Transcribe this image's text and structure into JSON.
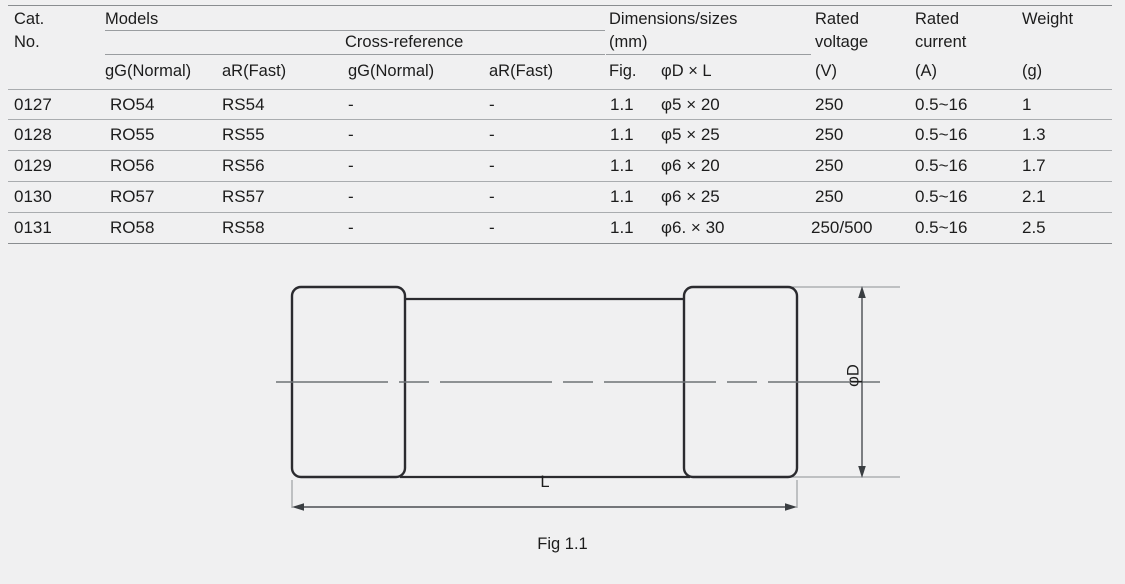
{
  "document": {
    "type": "fuse-specification-datasheet",
    "figure_caption": "Fig 1.1"
  },
  "table": {
    "group_headers": {
      "cat_no_line1": "Cat.",
      "cat_no_line2": "No.",
      "models": "Models",
      "cross_reference": "Cross-reference",
      "dimensions_line1": "Dimensions/sizes",
      "dimensions_line2": "(mm)",
      "rated_voltage_line1": "Rated",
      "rated_voltage_line2": "voltage",
      "rated_current_line1": "Rated",
      "rated_current_line2": "current",
      "weight": "Weight"
    },
    "sub_headers": {
      "models_gg": "gG(Normal)",
      "models_ar": "aR(Fast)",
      "xref_gg": "gG(Normal)",
      "xref_ar": "aR(Fast)",
      "fig": "Fig.",
      "dia_len": "φD × L",
      "voltage_unit": "(V)",
      "current_unit": "(A)",
      "weight_unit": "(g)"
    },
    "rows": [
      {
        "cat_no": "0127",
        "models_gg": "RO54",
        "models_ar": "RS54",
        "xref_gg": "-",
        "xref_ar": "-",
        "fig": "1.1",
        "dia_len": "φ5 × 20",
        "voltage": "250",
        "current": "0.5~16",
        "weight": "1"
      },
      {
        "cat_no": "0128",
        "models_gg": "RO55",
        "models_ar": "RS55",
        "xref_gg": "-",
        "xref_ar": "-",
        "fig": "1.1",
        "dia_len": "φ5 × 25",
        "voltage": "250",
        "current": "0.5~16",
        "weight": "1.3"
      },
      {
        "cat_no": "0129",
        "models_gg": "RO56",
        "models_ar": "RS56",
        "xref_gg": "-",
        "xref_ar": "-",
        "fig": "1.1",
        "dia_len": "φ6 × 20",
        "voltage": "250",
        "current": "0.5~16",
        "weight": "1.7"
      },
      {
        "cat_no": "0130",
        "models_gg": "RO57",
        "models_ar": "RS57",
        "xref_gg": "-",
        "xref_ar": "-",
        "fig": "1.1",
        "dia_len": "φ6 × 25",
        "voltage": "250",
        "current": "0.5~16",
        "weight": "2.1"
      },
      {
        "cat_no": "0131",
        "models_gg": "RO58",
        "models_ar": "RS58",
        "xref_gg": "-",
        "xref_ar": "-",
        "fig": "1.1",
        "dia_len": "φ6. × 30",
        "voltage": "250/500",
        "current": "0.5~16",
        "weight": "2.5"
      }
    ]
  },
  "figure": {
    "caption": "Fig 1.1",
    "dimension_labels": {
      "length": "L",
      "diameter": "φD"
    }
  },
  "colors": {
    "background": "#f0f0f1",
    "text": "#1c1c1c",
    "rule": "#8a8d90",
    "row_rule": "#a9acaf",
    "drawing_outline": "#2b2b2f",
    "drawing_thin": "#6e7276"
  }
}
